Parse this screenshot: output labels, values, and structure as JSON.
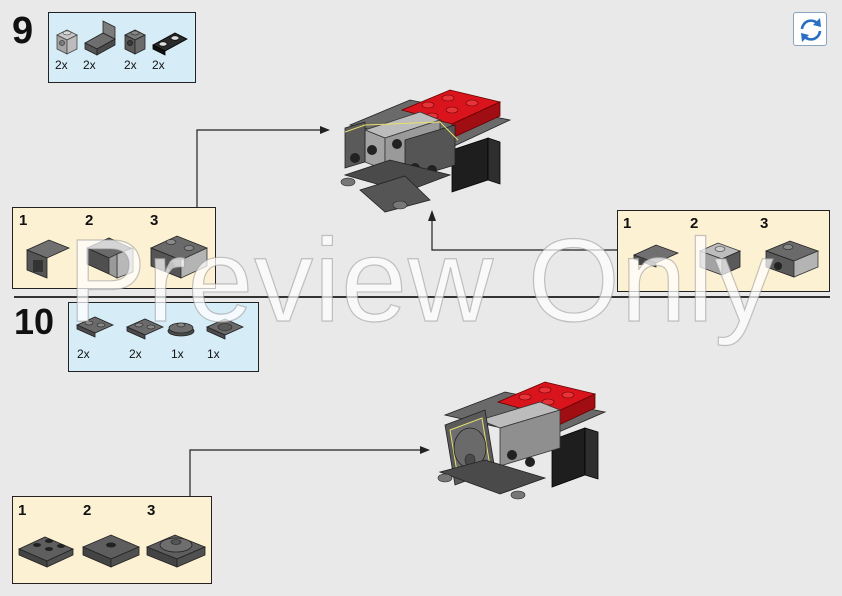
{
  "watermark": "Preview Only",
  "colors": {
    "background": "#e9e9e9",
    "parts_panel": "#d6ecf7",
    "sub_panel": "#fdf1d4",
    "brick_dark_gray": "#5f5f5f",
    "brick_light_gray": "#a3a3a3",
    "brick_red": "#d9141c",
    "brick_black": "#1e1e1e",
    "rotate_icon": "#2b6fc4"
  },
  "rotate_icon": "rotate-arrows-icon",
  "steps": [
    {
      "number": "9",
      "parts": [
        {
          "icon": "light-gray-1x1-brick-studs-side-icon",
          "qty": "2x"
        },
        {
          "icon": "dark-gray-1x2-bracket-icon",
          "qty": "2x"
        },
        {
          "icon": "dark-gray-1x1-brick-studs-side-icon",
          "qty": "2x"
        },
        {
          "icon": "black-pin-connector-icon",
          "qty": "2x"
        }
      ],
      "subassemblies": [
        {
          "labels": [
            "1",
            "2",
            "3"
          ]
        },
        {
          "labels": [
            "1",
            "2",
            "3"
          ]
        }
      ]
    },
    {
      "number": "10",
      "parts": [
        {
          "icon": "dark-gray-plate-2x2-icon",
          "qty": "2x"
        },
        {
          "icon": "dark-gray-jumper-plate-icon",
          "qty": "2x"
        },
        {
          "icon": "dark-gray-round-dish-icon",
          "qty": "1x"
        },
        {
          "icon": "dark-gray-turntable-plate-icon",
          "qty": "1x"
        }
      ],
      "subassemblies": [
        {
          "labels": [
            "1",
            "2",
            "3"
          ]
        }
      ]
    }
  ]
}
